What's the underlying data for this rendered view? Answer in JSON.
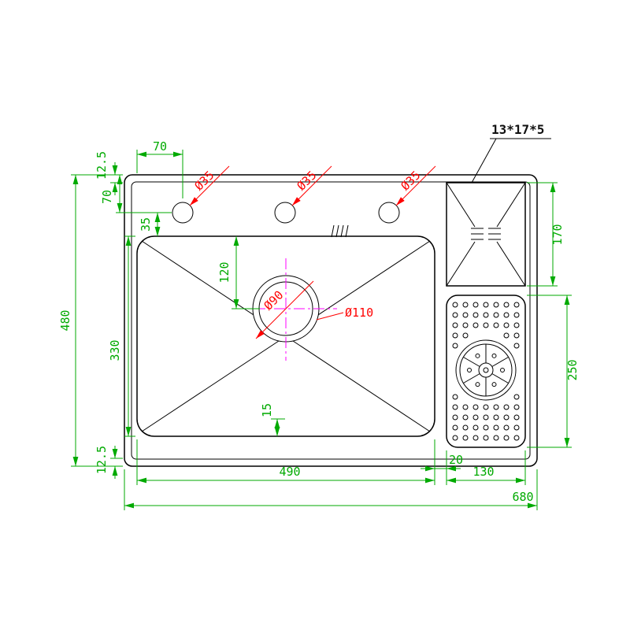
{
  "title_label": "13*17*5",
  "colors": {
    "dimension_green": "#00aa00",
    "annotation_red": "#ff0000",
    "centerline_magenta": "#ff00ff",
    "outline_black": "#000000",
    "background": "#ffffff"
  },
  "dims": {
    "faucet_hole_offset_x": "70",
    "rim_top": "12.5",
    "deck_height": "70",
    "hole_to_basin": "35",
    "overall_height": "480",
    "basin_height": "330",
    "basin_top_to_drain": "120",
    "rim_bottom": "12.5",
    "basin_bottom_mark": "15",
    "basin_width": "490",
    "basin_to_drainboard_gap": "20",
    "drainboard_width": "130",
    "overall_width": "680",
    "tray_height": "170",
    "drainboard_height": "250"
  },
  "annotations": {
    "faucet_hole_1": "Ø35",
    "faucet_hole_2": "Ø35",
    "faucet_hole_3": "Ø35",
    "drain_diameter": "Ø90",
    "drain_flange_diameter": "Ø110"
  }
}
